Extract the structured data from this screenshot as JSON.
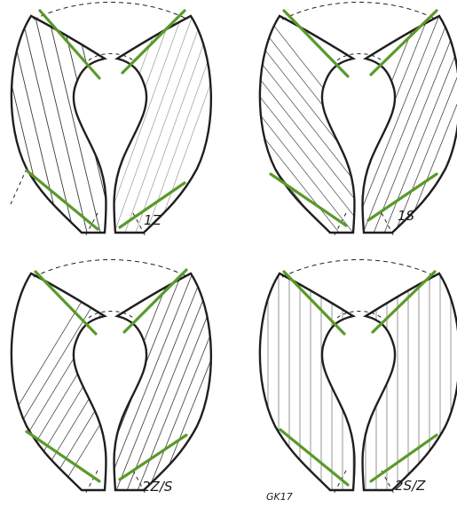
{
  "panels": [
    {
      "id": "top-left",
      "label": "1Z",
      "hatch": "Z"
    },
    {
      "id": "top-right",
      "label": "1S",
      "hatch": "S"
    },
    {
      "id": "bottom-left",
      "label": "2Z/S",
      "hatch": "ZS"
    },
    {
      "id": "bottom-right",
      "label": "2S/Z",
      "hatch": "V",
      "side_label": "GK17"
    }
  ],
  "colors": {
    "outline": "#1f1f1f",
    "accent": "#5a9a2a",
    "hatch": "#3a3a3a",
    "dashed": "#222222"
  }
}
